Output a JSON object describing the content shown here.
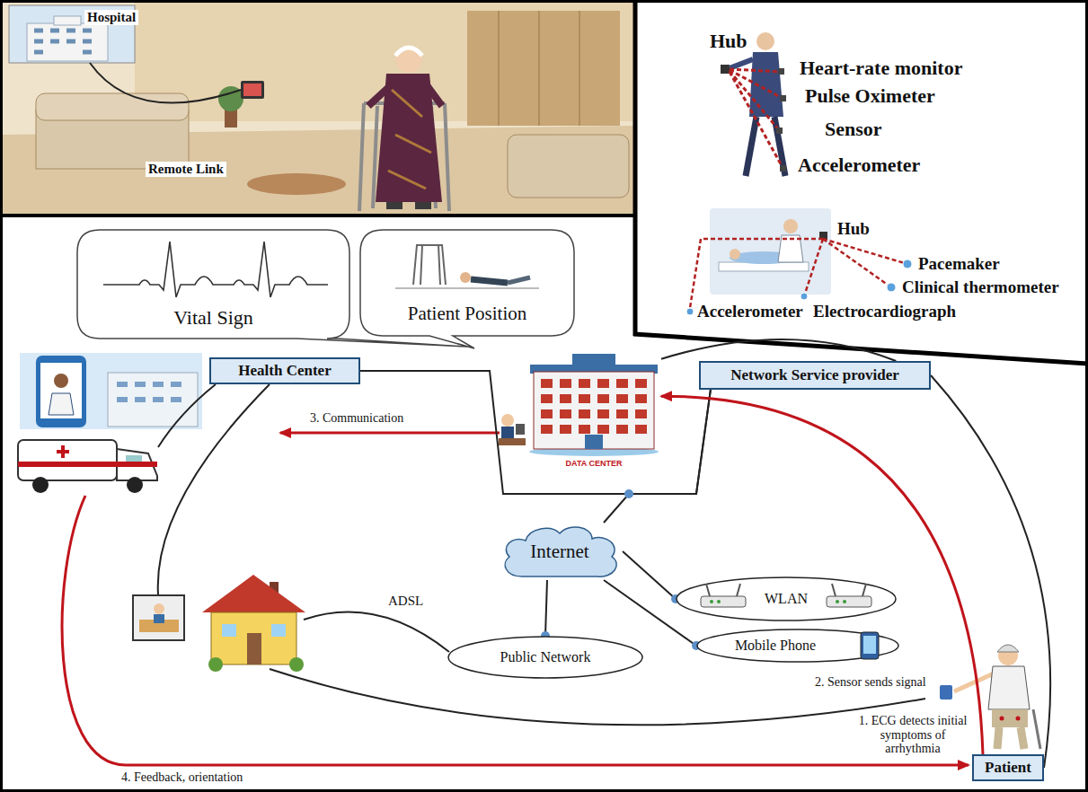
{
  "diagram": {
    "nodes": [
      {
        "text": [
          "Vital Sign"
        ]
      },
      {
        "text": [
          "Patient Position"
        ]
      },
      {
        "text": [
          "DATA CENTER"
        ]
      },
      {
        "text": [
          "Health Center"
        ]
      },
      {
        "text": [
          "Network Service provider"
        ]
      },
      {
        "text": [
          "Internet"
        ]
      },
      {
        "text": [
          "WLAN"
        ]
      },
      {
        "text": [
          "Mobile Phone"
        ]
      },
      {
        "text": [
          "Public Network"
        ]
      },
      {
        "text": [
          "Patient"
        ]
      }
    ],
    "edges": [
      {
        "from": 3,
        "to": 4,
        "arrow": "none"
      },
      {
        "from": 5,
        "to": 6,
        "arrow": "none"
      },
      {
        "from": 5,
        "to": 7,
        "arrow": "none"
      },
      {
        "from": 5,
        "to": 8,
        "arrow": "none"
      },
      {
        "from": 5,
        "to": 4,
        "arrow": "none"
      },
      {
        "from": 2,
        "to": 4,
        "arrow": "none"
      },
      {
        "from": 4,
        "to": 9,
        "arrow": "none"
      },
      {
        "from": 9,
        "to": 2,
        "arrow": "to",
        "label": "2. Sensor sends signal"
      }
    ],
    "labels": [
      "Hospital",
      "Remote Link",
      "Hub",
      "Heart-rate monitor",
      "Pulse Oximeter",
      "Sensor",
      "Accelerometer",
      "Hub",
      "Pacemaker",
      "Clinical thermometer",
      "Accelerometer",
      "Electrocardiograph",
      "3. Communication",
      "ADSL",
      "1. ECG detects initial symptoms of arrhythmia",
      "4. Feedback, orientation"
    ]
  }
}
